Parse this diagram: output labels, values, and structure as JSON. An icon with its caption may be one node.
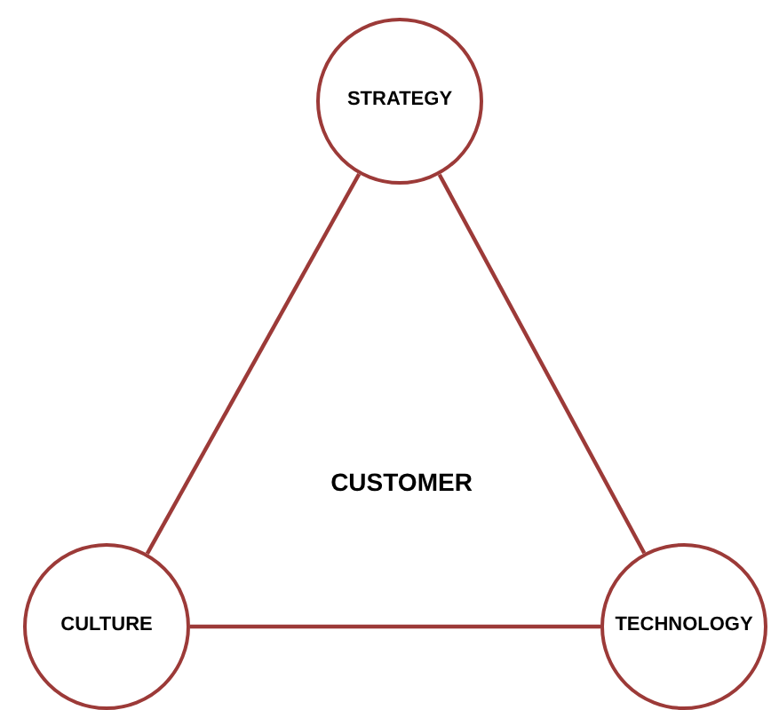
{
  "diagram": {
    "nodes": [
      {
        "text": [
          "STRATEGY"
        ]
      },
      {
        "text": [
          "CULTURE"
        ]
      },
      {
        "text": [
          "TECHNOLOGY"
        ]
      }
    ],
    "edges": [
      {
        "from": 0,
        "to": 1,
        "arrow": "none"
      },
      {
        "from": 1,
        "to": 2,
        "arrow": "none"
      },
      {
        "from": 2,
        "to": 0,
        "arrow": "none"
      }
    ],
    "labels": [
      "CUSTOMER"
    ]
  }
}
